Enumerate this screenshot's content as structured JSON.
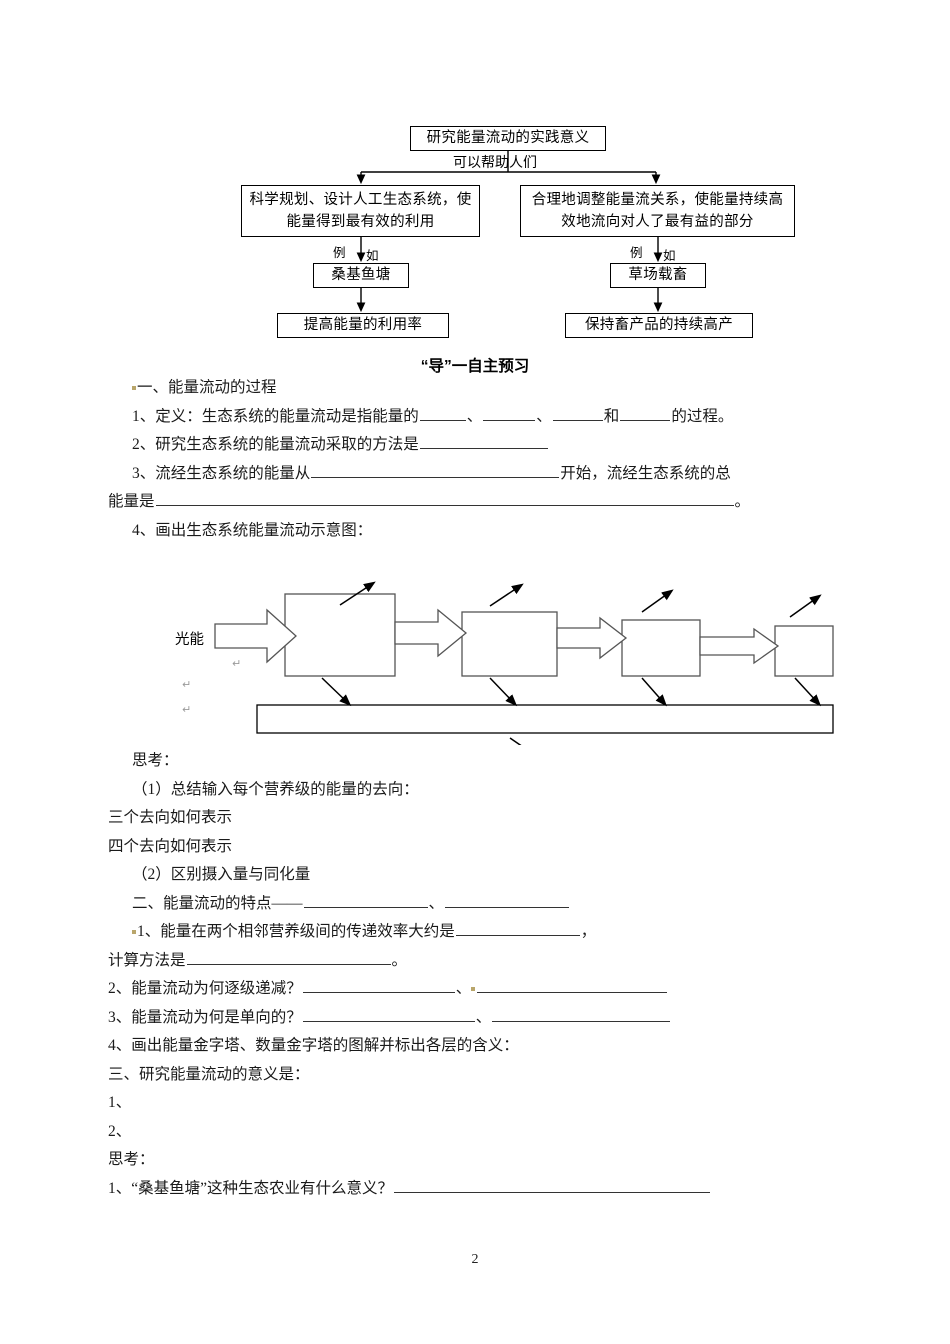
{
  "page_number": "2",
  "flowchart": {
    "title": "研究能量流动的实践意义",
    "connector_label": "可以帮助人们",
    "left_branch": {
      "main": "科学规划、设计人工生态系统，使能量得到最有效的利用",
      "example_label_a": "例",
      "example_label_b": "如",
      "example": "桑基鱼塘",
      "result": "提高能量的利用率"
    },
    "right_branch": {
      "main": "合理地调整能量流关系，使能量持续高效地流向对人了最有益的部分",
      "example_label_a": "例",
      "example_label_b": "如",
      "example": "草场载畜",
      "result": "保持畜产品的持续高产"
    }
  },
  "section_heading": "“导”一自主预习",
  "content": {
    "heading_1": "一、能量流动的过程",
    "item_1_1_a": "1、定义：生态系统的能量流动是指能量的",
    "item_1_1_b": "、",
    "item_1_1_c": "、",
    "item_1_1_d": "和",
    "item_1_1_e": "的过程。",
    "item_1_2": "2、研究生态系统的能量流动采取的方法是",
    "item_1_3_a": "3、流经生态系统的能量从",
    "item_1_3_b": "开始，流经生态系统的总",
    "item_1_3_c": "能量是",
    "item_1_3_d": "。",
    "item_1_4": "4、画出生态系统能量流动示意图：",
    "think_1": "思考：",
    "think_1_q1": "（1）总结输入每个营养级的能量的去向：",
    "think_1_a1": "三个去向如何表示",
    "think_1_a2": "四个去向如何表示",
    "think_1_q2": "（2）区别摄入量与同化量",
    "heading_2_a": "二、能量流动的特点——",
    "heading_2_b": "、",
    "item_2_1_a": "1、能量在两个相邻营养级间的传递效率大约是",
    "item_2_1_b": "，",
    "item_2_1_c": "计算方法是",
    "item_2_1_d": "。",
    "item_2_2_a": "2、能量流动为何逐级递减？",
    "item_2_2_b": "、",
    "item_2_3_a": "3、能量流动为何是单向的？",
    "item_2_3_b": "、",
    "item_2_4": "4、画出能量金字塔、数量金字塔的图解并标出各层的含义：",
    "heading_3": "三、研究能量流动的意义是：",
    "item_3_1": "1、",
    "item_3_2": "2、",
    "think_2": "思考：",
    "think_2_q1": "1、“桑基鱼塘”这种生态农业有什么意义？"
  },
  "energy_diagram": {
    "light_label": "光能",
    "pilcrow": "↵"
  }
}
